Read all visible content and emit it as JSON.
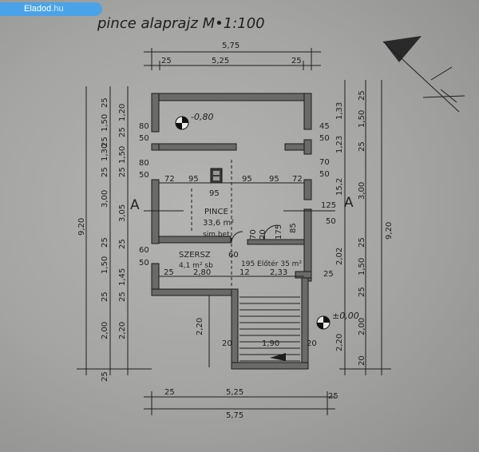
{
  "watermark": {
    "brand": "Eladod",
    "tld": ".hu"
  },
  "title": "pince  alaprajz  M•1:100",
  "dims": {
    "top_total": "5,75",
    "top_25a": "25",
    "top_inner": "5,25",
    "top_25b": "25",
    "bottom_25a": "25",
    "bottom_inner": "5,25",
    "bottom_25b": "25",
    "bottom_total": "5,75",
    "overall_height_left": "9,20",
    "overall_height_right": "9,20",
    "left_outer": [
      "25",
      "1,50",
      "25",
      "1,30",
      "25",
      "3,00",
      "25",
      "1,50",
      "25",
      "2,00",
      "25"
    ],
    "left_inner": [
      "1,20",
      "25",
      "1,50",
      "25",
      "3,05",
      "25",
      "1,45",
      "25",
      "2,20"
    ],
    "right_outer": [
      "25",
      "1,50",
      "25",
      "3,00",
      "25",
      "1,50",
      "25",
      "2,00",
      "20"
    ],
    "right_inner": [
      "1,33",
      "1,23",
      "15,2",
      "2,02",
      "2,20"
    ],
    "opening_left": [
      "80",
      "50",
      "80",
      "50",
      "60",
      "50"
    ],
    "opening_right": [
      "45",
      "50",
      "70",
      "50",
      "125",
      "50"
    ],
    "room_row": [
      "72",
      "95",
      "95",
      "95",
      "72"
    ],
    "center_95": "95",
    "lower_row": [
      "2,80",
      "12",
      "2,33",
      "25"
    ],
    "lower_small": [
      "60",
      "70",
      "20",
      "175",
      "85",
      "25"
    ],
    "stair_width": "1,90",
    "stair_sides": [
      "20",
      "20"
    ],
    "stair_height": "2,20"
  },
  "levels": {
    "upper": "-0,80",
    "lower": "±0,00"
  },
  "section_marks": [
    "A",
    "A"
  ],
  "rooms": {
    "pince": {
      "name": "PINCE",
      "area": "33,6 m²",
      "floor": "sim.bet."
    },
    "szersz": {
      "name": "SZERSZ",
      "area": "4,1 m² sb"
    },
    "eloter": {
      "name": "195 Előtér 35 m²"
    }
  }
}
